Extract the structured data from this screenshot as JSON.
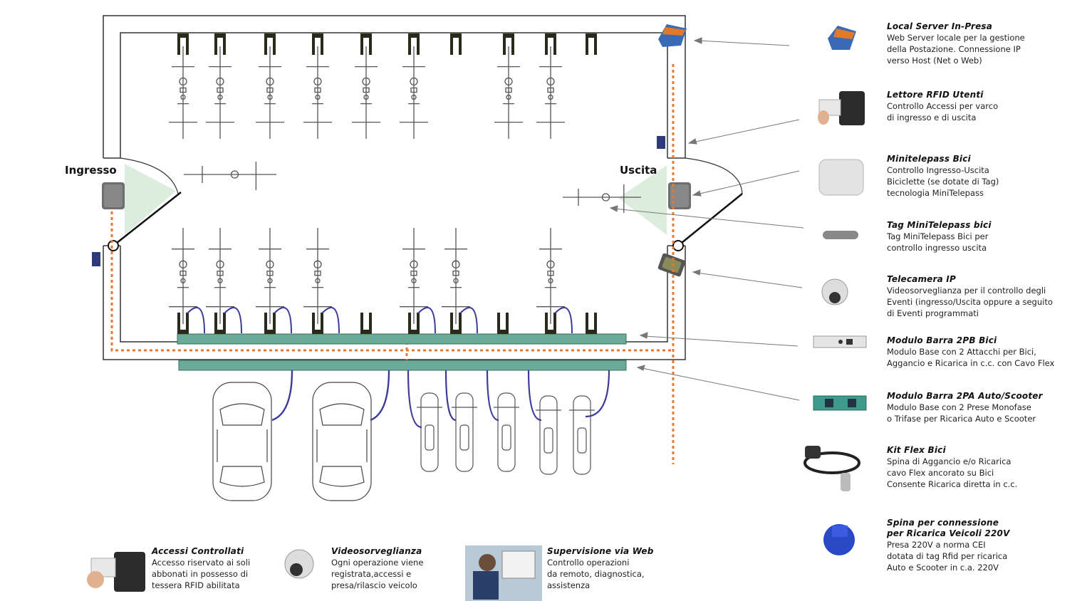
{
  "colors": {
    "accent_dotted": "#e8782c",
    "green_bar": "#6aaa99",
    "cable": "#3b3b9a",
    "rack": "#2a2a1a",
    "wall": "#333333"
  },
  "labels": {
    "entrance": "Ingresso",
    "exit": "Uscita"
  },
  "legend_items": [
    {
      "icon": "server-icon",
      "title": "Local Server In-Presa",
      "desc": "Web Server locale per la gestione\ndella Postazione. Connessione IP\nverso Host (Net o Web)"
    },
    {
      "icon": "rfid-reader-icon",
      "title": "Lettore RFID Utenti",
      "desc": "Controllo Accessi per varco\ndi ingresso e di uscita"
    },
    {
      "icon": "minitelepass-icon",
      "title": "Minitelepass Bici",
      "desc": "Controllo Ingresso-Uscita\nBiciclette (se dotate di Tag)\ntecnologia MiniTelepass"
    },
    {
      "icon": "tag-icon",
      "title": "Tag MiniTelepass bici",
      "desc": "Tag MiniTelepass Bici per\ncontrollo  ingresso uscita"
    },
    {
      "icon": "ip-camera-icon",
      "title": "Telecamera IP",
      "desc": "Videosorveglianza per il controllo degli\nEventi (ingresso/Uscita oppure a seguito\ndi Eventi programmati"
    },
    {
      "icon": "bar-module-2pb-icon",
      "title": "Modulo Barra 2PB Bici",
      "desc": "Modulo  Base con 2 Attacchi per Bici,\nAggancio e Ricarica in c.c. con Cavo Flex"
    },
    {
      "icon": "bar-module-2pa-icon",
      "title": "Modulo Barra 2PA Auto/Scooter",
      "desc": "Modulo  Base con 2 Prese Monofase\no Trifase per Ricarica Auto e Scooter"
    },
    {
      "icon": "flex-cable-icon",
      "title": "Kit Flex Bici",
      "desc": "Spina di Aggancio e/o Ricarica\ncavo Flex ancorato su Bici\nConsente Ricarica diretta in c.c."
    },
    {
      "icon": "plug-icon",
      "title": "Spina per connessione\nper Ricarica Veicoli 220V",
      "desc": "Presa 220V a norma CEI\ndotata di tag Rfid per ricarica\nAuto e Scooter in c.a. 220V"
    }
  ],
  "bottom_items": [
    {
      "icon": "rfid-card-icon",
      "title": "Accessi Controllati",
      "desc": "Accesso riservato ai soli\nabbonati in possesso di\ntessera RFID abilitata"
    },
    {
      "icon": "dome-camera-icon",
      "title": "Videosorveglianza",
      "desc": "Ogni operazione viene\n registrata,accessi e\n presa/rilascio veicolo"
    },
    {
      "icon": "operator-monitor-icon",
      "title": "Supervisione via Web",
      "desc": "Controllo operazioni\nda remoto, diagnostica,\nassistenza"
    }
  ]
}
